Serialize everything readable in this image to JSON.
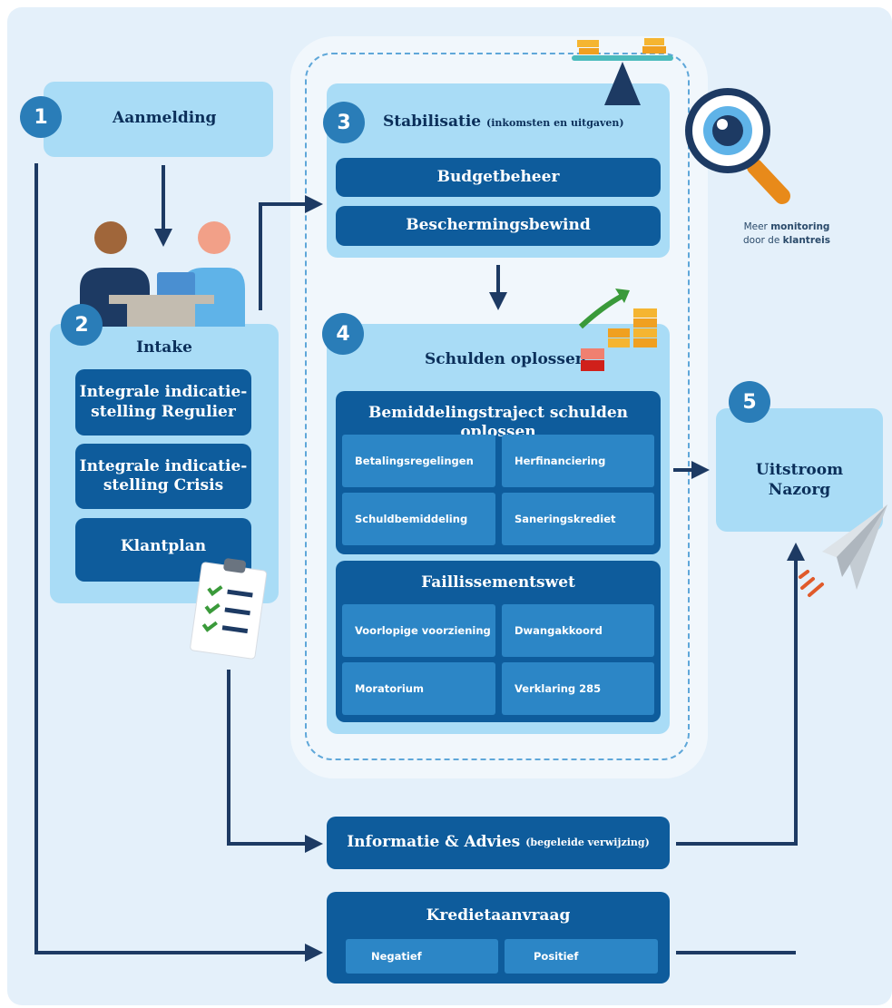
{
  "step1": {
    "number": "1",
    "title": "Aanmelding"
  },
  "step2": {
    "number": "2",
    "title": "Intake",
    "items": [
      {
        "line1": "Integrale indicatie-",
        "line2": "stelling Regulier"
      },
      {
        "line1": "Integrale indicatie-",
        "line2": "stelling Crisis"
      },
      {
        "line1": "Klantplan",
        "line2": ""
      }
    ]
  },
  "step3": {
    "number": "3",
    "title": "Stabilisatie",
    "subtitle": "(inkomsten en uitgaven)",
    "items": [
      "Budgetbeheer",
      "Beschermingsbewind"
    ]
  },
  "step4": {
    "number": "4",
    "title": "Schulden oplossen",
    "group1": {
      "title": "Bemiddelingstraject schulden oplossen",
      "cells": [
        "Betalingsregelingen",
        "Herfinanciering",
        "Schuldbemiddeling",
        "Saneringskrediet"
      ]
    },
    "group2": {
      "title": "Faillissementswet",
      "cells": [
        "Voorlopige voorziening",
        "Dwangakkoord",
        "Moratorium",
        "Verklaring 285"
      ]
    }
  },
  "step5": {
    "number": "5",
    "title_line1": "Uitstroom",
    "title_line2": "Nazorg"
  },
  "monitoring": {
    "pre": "Meer ",
    "bold1": "monitoring",
    "mid": "door de ",
    "bold2": "klantreis"
  },
  "info": {
    "title": "Informatie & Advies",
    "subtitle": "(begeleide verwijzing)"
  },
  "krediet": {
    "title": "Kredietaanvraag",
    "cells": [
      "Negatief",
      "Positief"
    ]
  },
  "colors": {
    "navy": "#1d3a63",
    "dark_blue": "#0e5c9c",
    "cell_blue": "#2c86c6",
    "light_blue": "#a9dcf6",
    "badge": "#2a7db8",
    "orange": "#f0a020",
    "green": "#3a9a3a",
    "red": "#d93a2a"
  },
  "icons": [
    "people-at-desk-icon",
    "checklist-icon",
    "scale-icon",
    "magnifier-eye-icon",
    "growth-chart-icon",
    "paper-plane-icon"
  ]
}
